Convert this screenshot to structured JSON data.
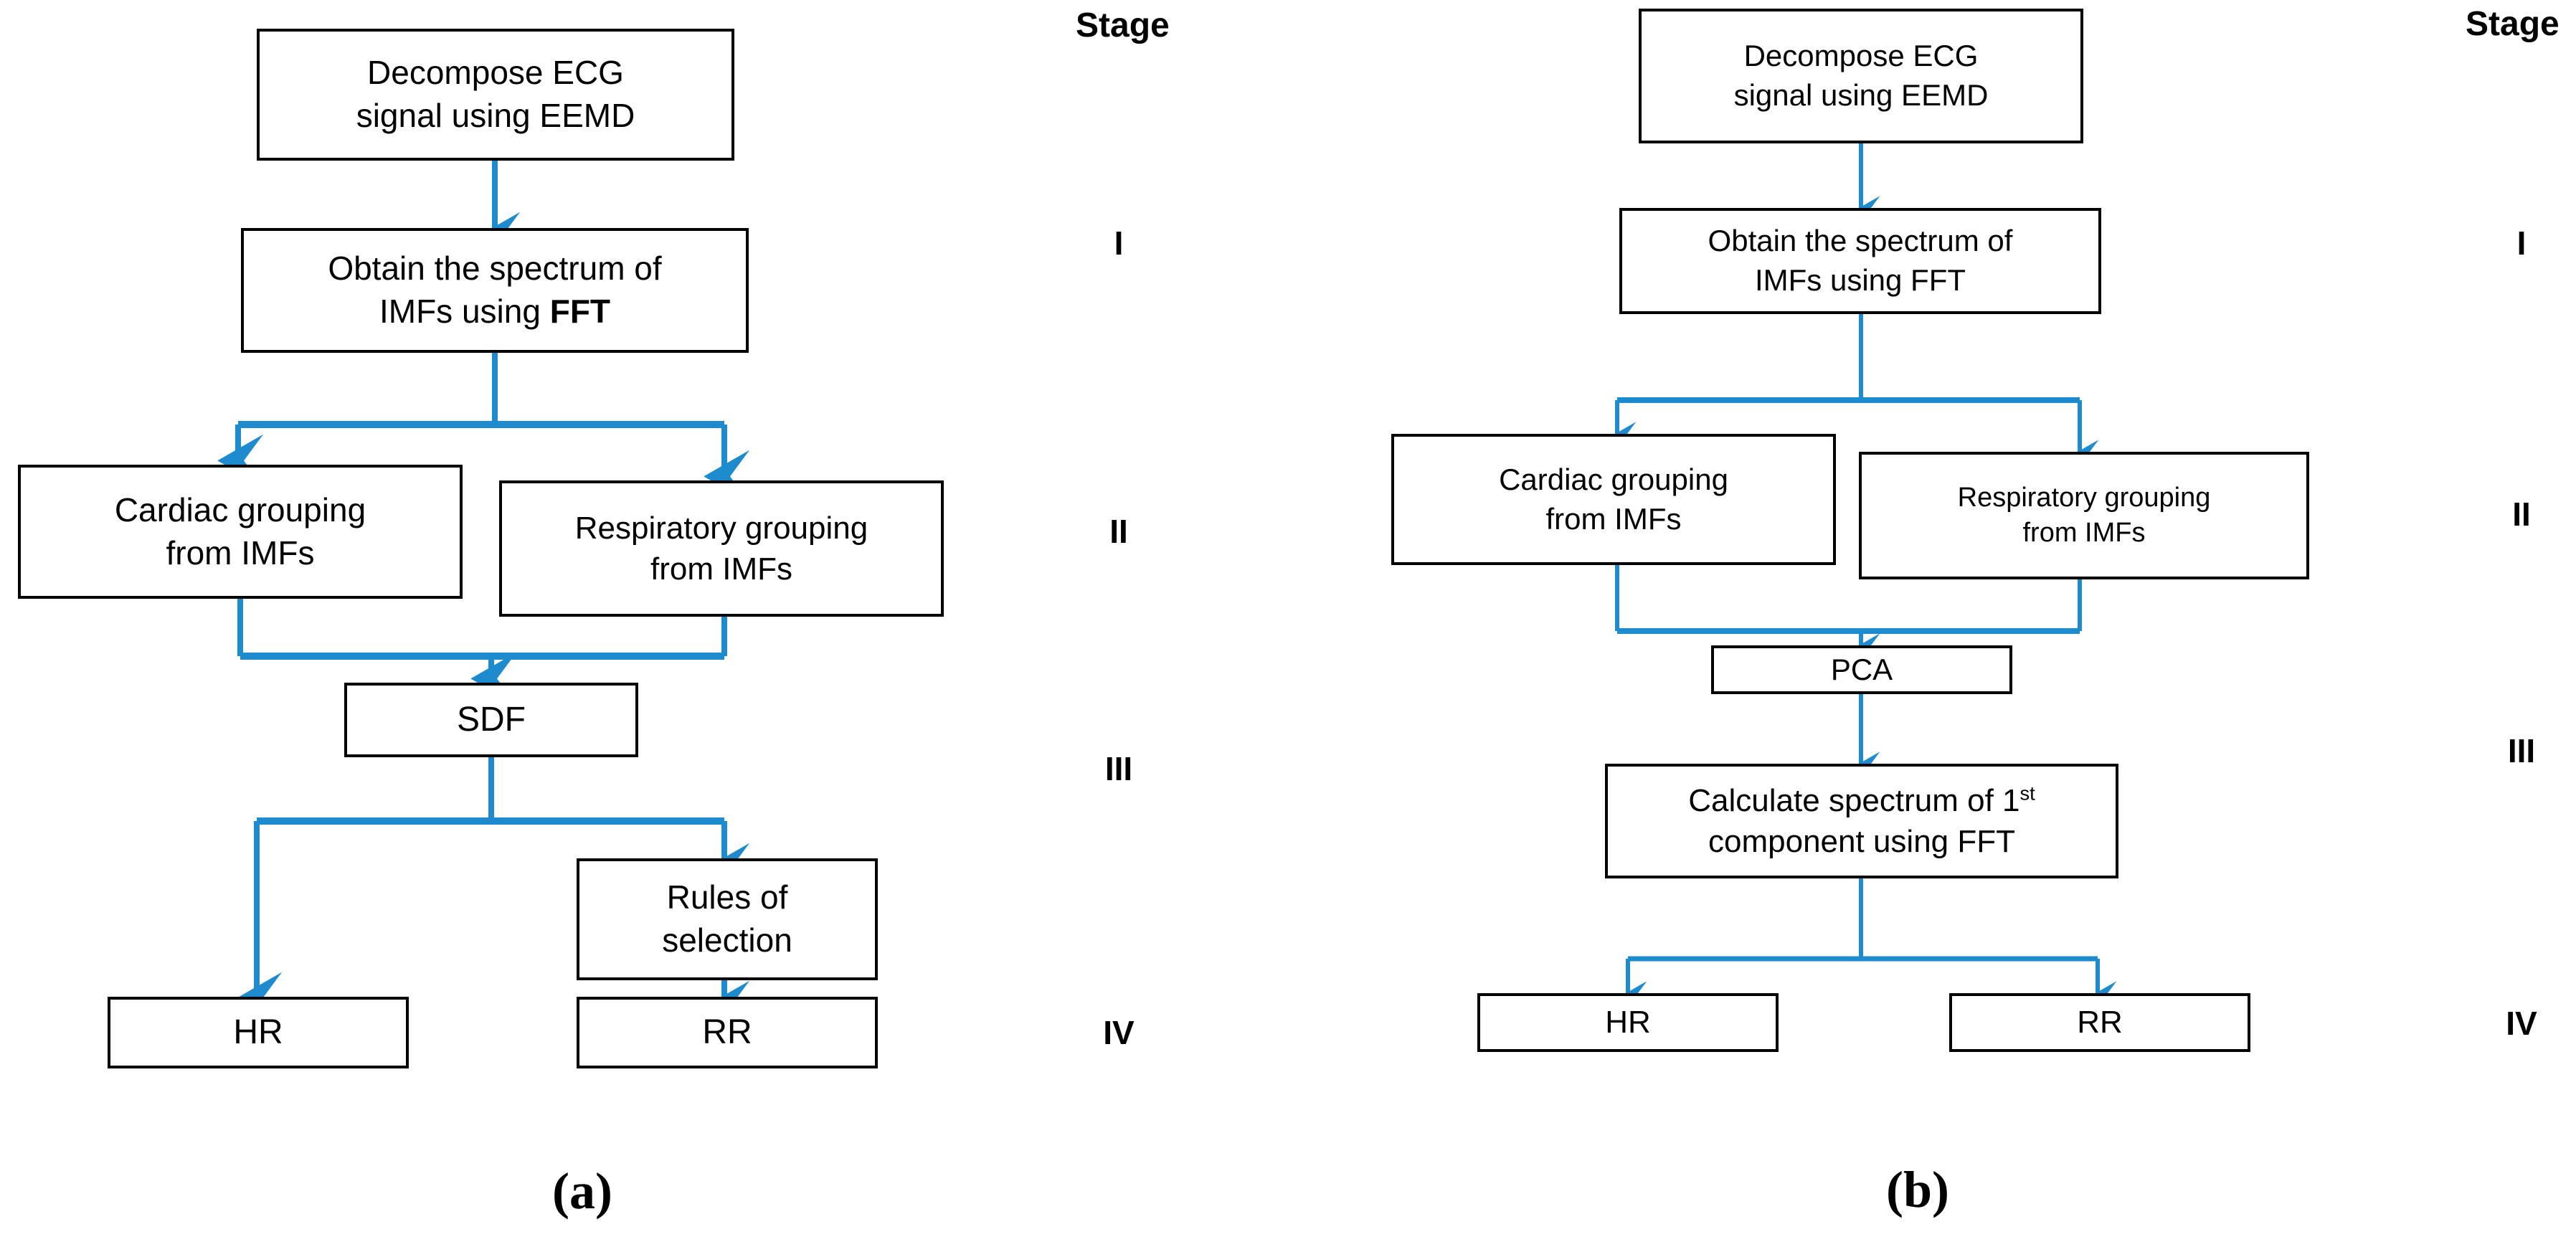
{
  "figure": {
    "type": "flowchart",
    "accent_color": "#1e8bce",
    "box_border_color": "#000000",
    "background_color": "#ffffff",
    "panels": [
      {
        "id": "a",
        "caption": "(a)",
        "stage_header": "Stage",
        "stage_labels": [
          "I",
          "II",
          "III",
          "IV"
        ],
        "nodes": [
          {
            "id": "a1",
            "label": "Decompose ECG signal using EEMD",
            "line1": "Decompose ECG",
            "line2": "signal using EEMD"
          },
          {
            "id": "a2",
            "label": "Obtain the spectrum of IMFs using FFT",
            "line1": "Obtain the spectrum of",
            "line2_pre": "IMFs using ",
            "line2_bold": "FFT"
          },
          {
            "id": "a3",
            "label": "Cardiac grouping from IMFs",
            "line1": "Cardiac grouping",
            "line2": "from IMFs"
          },
          {
            "id": "a4",
            "label": "Respiratory grouping from IMFs",
            "line1": "Respiratory grouping",
            "line2": "from IMFs"
          },
          {
            "id": "a5",
            "label": "SDF",
            "line1": "SDF"
          },
          {
            "id": "a6",
            "label": "Rules of selection",
            "line1": "Rules of",
            "line2": "selection"
          },
          {
            "id": "a7",
            "label": "HR",
            "line1": "HR"
          },
          {
            "id": "a8",
            "label": "RR",
            "line1": "RR"
          }
        ],
        "edges": [
          {
            "from": "a1",
            "to": "a2"
          },
          {
            "from": "a2",
            "to": "a3"
          },
          {
            "from": "a2",
            "to": "a4"
          },
          {
            "from": "a3",
            "to": "a5"
          },
          {
            "from": "a4",
            "to": "a5"
          },
          {
            "from": "a5",
            "to": "a7"
          },
          {
            "from": "a5",
            "to": "a6"
          },
          {
            "from": "a6",
            "to": "a8"
          }
        ]
      },
      {
        "id": "b",
        "caption": "(b)",
        "stage_header": "Stage",
        "stage_labels": [
          "I",
          "II",
          "III",
          "IV"
        ],
        "nodes": [
          {
            "id": "b1",
            "label": "Decompose ECG signal using EEMD",
            "line1": "Decompose ECG",
            "line2": "signal using EEMD"
          },
          {
            "id": "b2",
            "label": "Obtain the spectrum of IMFs using FFT",
            "line1": "Obtain the spectrum of",
            "line2": "IMFs using FFT"
          },
          {
            "id": "b3",
            "label": "Cardiac grouping from IMFs",
            "line1": "Cardiac grouping",
            "line2": "from IMFs"
          },
          {
            "id": "b4",
            "label": "Respiratory grouping from IMFs",
            "line1": "Respiratory grouping",
            "line2": "from IMFs"
          },
          {
            "id": "b5",
            "label": "PCA",
            "line1": "PCA"
          },
          {
            "id": "b6",
            "label": "Calculate spectrum of 1st component using FFT",
            "line1_pre": "Calculate spectrum of 1",
            "line1_sup": "st",
            "line2": "component using FFT"
          },
          {
            "id": "b7",
            "label": "HR",
            "line1": "HR"
          },
          {
            "id": "b8",
            "label": "RR",
            "line1": "RR"
          }
        ],
        "edges": [
          {
            "from": "b1",
            "to": "b2"
          },
          {
            "from": "b2",
            "to": "b3"
          },
          {
            "from": "b2",
            "to": "b4"
          },
          {
            "from": "b3",
            "to": "b5"
          },
          {
            "from": "b4",
            "to": "b5"
          },
          {
            "from": "b5",
            "to": "b6"
          },
          {
            "from": "b6",
            "to": "b7"
          },
          {
            "from": "b6",
            "to": "b8"
          }
        ]
      }
    ]
  }
}
